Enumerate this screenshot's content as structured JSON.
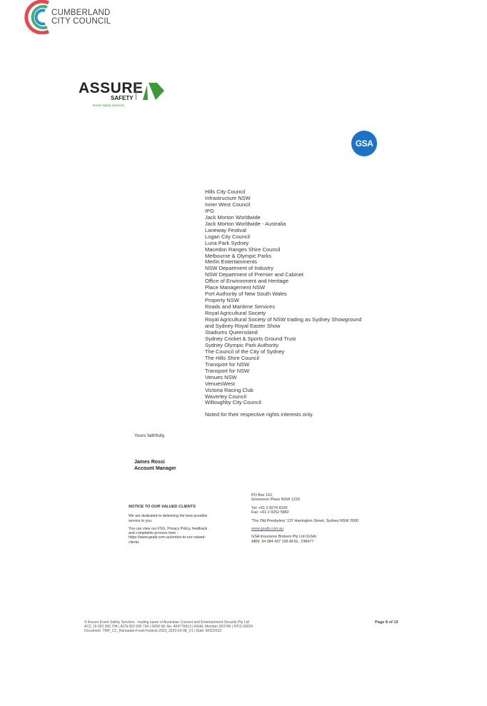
{
  "header": {
    "council_logo_text": [
      "CUMBERLAND",
      "CITY COUNCIL"
    ],
    "assure_logo": {
      "name": "ASSURE",
      "safety": "SAFETY",
      "tagline": "Event Safety Services",
      "color": "#3a9a3a"
    },
    "gsa_logo": {
      "text": "GSA",
      "color": "#1a73c8"
    }
  },
  "recipients": [
    "Hills City Council",
    "Infrastructure NSW",
    "Inner West Council",
    "IPG",
    "Jack Morton Worldwide",
    "Jack Morton Worldwide - Australia",
    "Laneway Festival",
    "Logan City Council",
    "Luna Park Sydney",
    "Macedon Ranges Shire Council",
    "Melbourne & Olympic Parks",
    "Merlin Entertainments",
    "NSW Department of Industry",
    "NSW Department of Premier and Cabinet",
    "Office of Environment and Heritage",
    "Place Management NSW",
    "Port Authority of New South Wales",
    "Property NSW",
    "Roads and Maritime Services",
    "Royal Agricultural Society",
    "Royal Agricultural Society of NSW trading as Sydney Showground",
    "and Sydney Royal Easter Show",
    "Stadiums Queensland",
    "Sydney Cricket & Sports Ground Trust",
    "Sydney Olympic Park Authority",
    "The Council of the City of Sydney",
    "The Hills Shire Council",
    "Transport for NSW",
    "Transport for NSW",
    "Venues NSW",
    "VenuesWest",
    "Victoria Racing Club",
    "Waverley Council",
    "Willoughby City Council"
  ],
  "note": "Noted for their respective rights interests only.",
  "closing": "Yours faithfully,",
  "signer": {
    "name": "James Rossi",
    "title": "Account Manager"
  },
  "notice": {
    "heading": "NOTICE TO OUR VALUED CLIENTS",
    "p1": "We are dedicated to delivering the best possible service to you.",
    "p2": "You can view our FSG, Privacy Policy, feedback and complaints process here - https://www.gsaib.com.au/notice-to-our-valued-clients"
  },
  "contact": {
    "po1": "PO Box 101,",
    "po2": "Grosvenor Place NSW 1220",
    "tel": "Tel: +61 2 8274 8100",
    "fax": "Fax: +61 2 9252 5882",
    "address": "'The Old Presbytery' 137 Harrington Street, Sydney NSW 2000",
    "website": "www.gsaib.com.au",
    "company": "GSA Insurance Brokers Pty Ltd (GSA)",
    "abn": "ABN: 34 084 437 196 AFSL: 238477"
  },
  "footer": {
    "line1": "© Assure Event Safety Services - trading name of Australian Concert and Entertainment Security Pty Ltd",
    "line2": "ACC 16 002 990 794 | ACN 002 990 794 | NSW ML No. 404776913 | ASIAL Member 003749 | NTIS 90024",
    "line3": "Document: TMP_CC_Ramadan-Food-Festival-2023_2023-02-08_V1 | Date: 8/02/2023",
    "page": "Page 8 of 15"
  }
}
